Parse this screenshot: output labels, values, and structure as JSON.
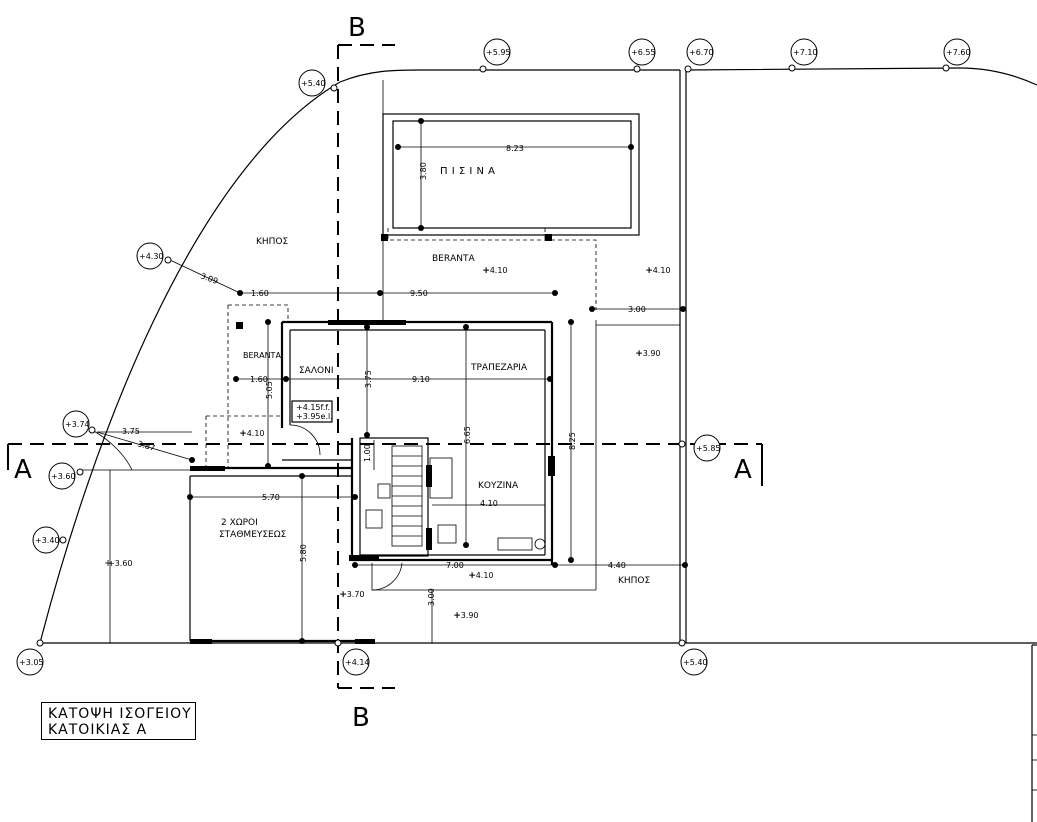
{
  "section_labels": {
    "a": "A",
    "b": "B"
  },
  "rooms": {
    "garden": "ΚΗΠΟΣ",
    "pool": "Π Ι Σ Ι Ν Α",
    "veranda": "ΒΕRΑΝΤΑ",
    "veranda_small": "ΒΕRΑΝΤΑ",
    "living": "ΣΑΛΟΝΙ",
    "dining": "ΤΡΑΠΕΖΑΡΙΑ",
    "kitchen": "ΚΟΥΖΙΝΑ",
    "parking_1": "2 ΧΩΡΟΙ",
    "parking_2": "ΣΤΑΘΜΕΥΣΕΩΣ"
  },
  "dimensions": {
    "pool_len": "8.23",
    "pool_wid": "3.80",
    "d_309": "3.09",
    "d_160a": "1.60",
    "d_950": "9.50",
    "d_300": "3.00",
    "d_160b": "1.60",
    "d_910": "9.10",
    "d_505": "5.05",
    "d_375h": "3.75",
    "d_387": "3.87",
    "d_375v": "3.75",
    "d_665": "6.65",
    "d_825": "8.25",
    "d_100": "1.00",
    "d_410k": "4.10",
    "d_570": "5.70",
    "d_580": "5.80",
    "d_700": "7.00",
    "d_440": "4.40",
    "d_300v": "3.00"
  },
  "floor_level": {
    "line1": "+4.15f.f.",
    "line2": "+3.95e.l."
  },
  "spot_levels": [
    "+4.10",
    "+4.10",
    "+3.90",
    "+4.10",
    "+3.60",
    "+4.10",
    "+3.70",
    "+3.90"
  ],
  "circle_levels": [
    "+5.95",
    "+6.55",
    "+6.70",
    "+7.10",
    "+7.60",
    "+5.40",
    "+4.30",
    "+3.74",
    "+3.60",
    "+3.40",
    "+3.05",
    "+4.14",
    "+5.40",
    "+5.85"
  ],
  "title": {
    "line1": "ΚΑΤΟΨΗ ΙΣΟΓΕΙΟΥ",
    "line2": "ΚΑΤΟΙΚΙΑΣ Α"
  }
}
